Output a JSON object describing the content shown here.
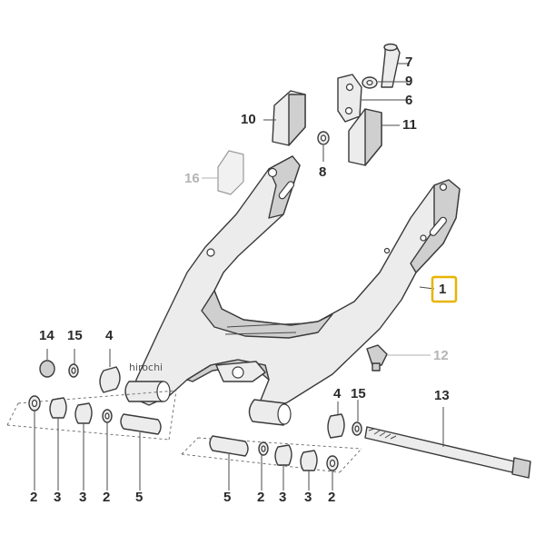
{
  "diagram": {
    "callouts": [
      {
        "id": "c7",
        "label": "7"
      },
      {
        "id": "c9",
        "label": "9"
      },
      {
        "id": "c6",
        "label": "6"
      },
      {
        "id": "c10",
        "label": "10"
      },
      {
        "id": "c11",
        "label": "11"
      },
      {
        "id": "c16",
        "label": "16"
      },
      {
        "id": "c8",
        "label": "8"
      },
      {
        "id": "c1",
        "label": "1"
      },
      {
        "id": "c12",
        "label": "12"
      },
      {
        "id": "c14",
        "label": "14"
      },
      {
        "id": "c15a",
        "label": "15"
      },
      {
        "id": "c4a",
        "label": "4"
      },
      {
        "id": "c4b",
        "label": "4"
      },
      {
        "id": "c15b",
        "label": "15"
      },
      {
        "id": "c13",
        "label": "13"
      },
      {
        "id": "b2a",
        "label": "2"
      },
      {
        "id": "b3a",
        "label": "3"
      },
      {
        "id": "b3b",
        "label": "3"
      },
      {
        "id": "b2b",
        "label": "2"
      },
      {
        "id": "b5a",
        "label": "5"
      },
      {
        "id": "b5b",
        "label": "5"
      },
      {
        "id": "b2c",
        "label": "2"
      },
      {
        "id": "b3c",
        "label": "3"
      },
      {
        "id": "b3d",
        "label": "3"
      },
      {
        "id": "b2d",
        "label": "2"
      }
    ],
    "watermark": "hirochi",
    "colors": {
      "highlight": "#e7b400",
      "faint_label": "#b4b4b4",
      "line": "#3a3a3a"
    }
  }
}
